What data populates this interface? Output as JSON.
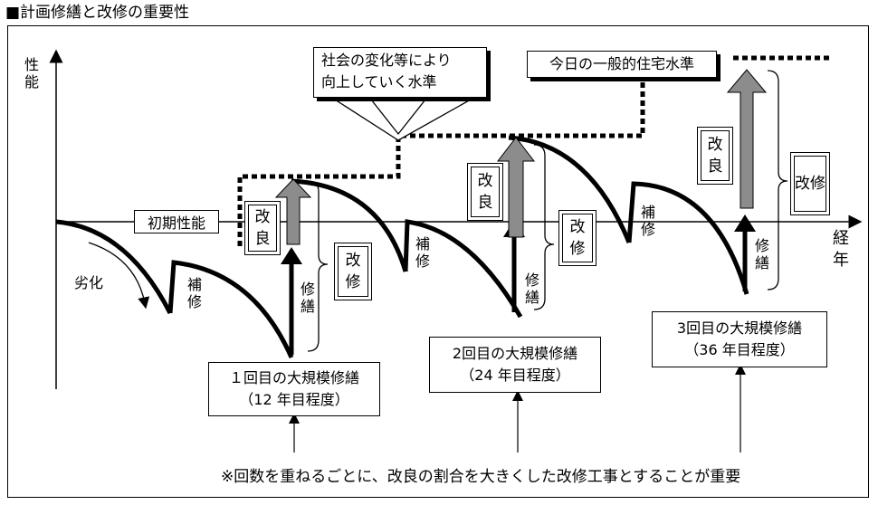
{
  "title": "■計画修繕と改修の重要性",
  "axes": {
    "y_label": "性能",
    "x_label": "経年"
  },
  "initial_performance": "初期性能",
  "deterioration": "劣化",
  "repair": "補修",
  "improvement": "改良",
  "renovation_bracket": "修繕",
  "retrofit": "改修",
  "callout_society": [
    "社会の変化等により",
    "向上していく水準"
  ],
  "callout_standard": "今日の一般的住宅水準",
  "milestones": [
    {
      "line1": "１回目の大規模修繕",
      "line2": "（12 年目程度）"
    },
    {
      "line1": "2回目の大規模修繕",
      "line2": "（24 年目程度）"
    },
    {
      "line1": "3回目の大規模修繕",
      "line2": "（36 年目程度）"
    }
  ],
  "footnote": "※回数を重ねるごとに、改良の割合を大きくした改修工事とすることが重要"
}
